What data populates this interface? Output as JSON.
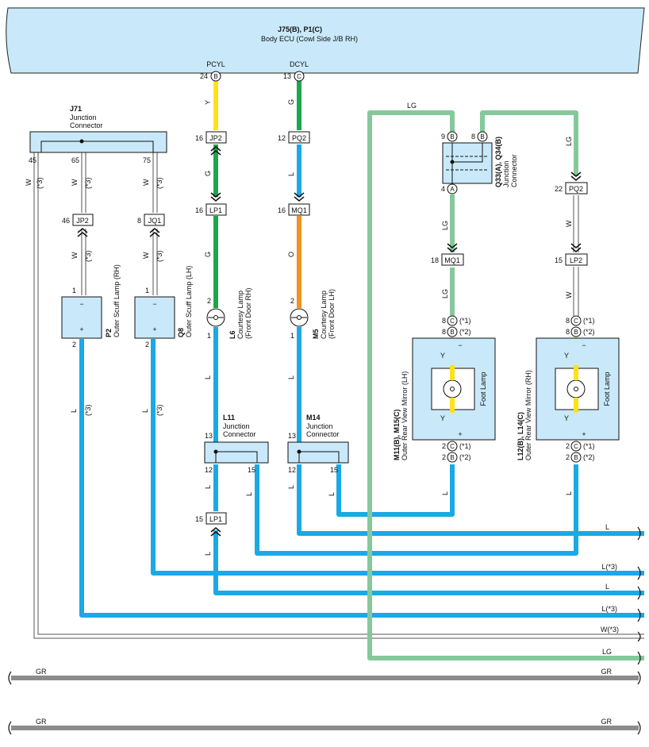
{
  "ecu": {
    "id": "J75(B), P1(C)",
    "name": "Body ECU (Cowl Side J/B RH)",
    "pcyl": "PCYL",
    "dcyl": "DCYL"
  },
  "note": "(*3)",
  "colors": {
    "Y": "#ffe11a",
    "G": "#1fa54b",
    "L": "#19a9e6",
    "O": "#f39121",
    "LG": "#85c99b",
    "GR": "#8c8c8c",
    "W": "#ffffff",
    "box_fill": "#c9e9fa",
    "ecu_fill": "#c9e9fa"
  },
  "wire_labels": {
    "Y": "Y",
    "G": "G",
    "L": "L",
    "O": "O",
    "LG": "LG",
    "W": "W",
    "GR": "GR"
  },
  "pins": {
    "p24": "24",
    "p13": "13",
    "p16": "16",
    "p12": "12",
    "p46": "46",
    "p8": "8",
    "p45": "45",
    "p65": "65",
    "p75": "75",
    "p1": "1",
    "p2": "2",
    "p9": "9",
    "p4": "4",
    "p18": "18",
    "p22": "22",
    "p15": "15",
    "letterB": "B",
    "letterC": "C",
    "letterA": "A",
    "note1": "(*1)",
    "note2": "(*2)"
  },
  "connectors": {
    "jp2": "JP2",
    "pq2": "PQ2",
    "lp1": "LP1",
    "mq1": "MQ1",
    "jq1": "JQ1",
    "lp2": "LP2"
  },
  "components": {
    "j71": {
      "id": "J71",
      "line1": "Junction",
      "line2": "Connector"
    },
    "l11": {
      "id": "L11",
      "line1": "Junction",
      "line2": "Connector"
    },
    "m14": {
      "id": "M14",
      "line1": "Junction",
      "line2": "Connector"
    },
    "q33": {
      "id": "Q33(A), Q34(B)",
      "line1": "Junction",
      "line2": "Connector"
    },
    "p2": {
      "id": "P2",
      "name": "Outer Scuff Lamp (RH)"
    },
    "q8": {
      "id": "Q8",
      "name": "Outer Scuff Lamp (LH)"
    },
    "l6": {
      "id": "L6",
      "name": "Courtesy Lamp",
      "name2": "(Front Door RH)"
    },
    "m5": {
      "id": "M5",
      "name": "Courtesy Lamp",
      "name2": "(Front Door LH)"
    },
    "m11": {
      "id": "M11(B), M15(C)",
      "name": "Outer Rear View Mirror (LH)"
    },
    "l12": {
      "id": "L12(B), L14(C)",
      "name": "Outer Rear View Mirror (RH)"
    },
    "foot_lamp": "Foot Lamp"
  },
  "right_labels": {
    "r1": "L",
    "r2": "L(*3)",
    "r3": "L",
    "r4": "L(*3)",
    "r5": "W(*3)",
    "r6": "LG"
  },
  "pol": {
    "minus": "−",
    "plus": "+"
  }
}
